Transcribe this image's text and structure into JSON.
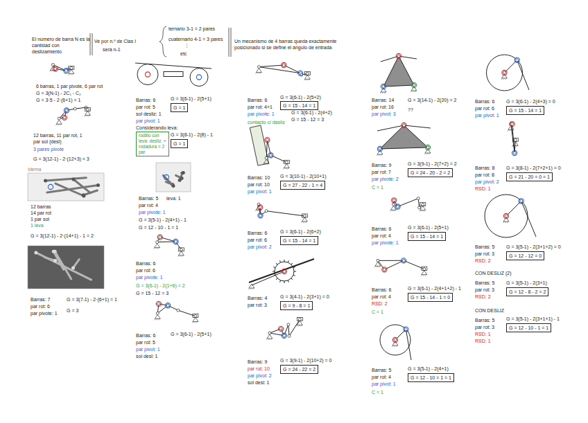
{
  "diagram": {
    "nodes": [
      {
        "text": [
          "G = 1"
        ]
      },
      {
        "text": [
          "G = 1"
        ]
      },
      {
        "text": [
          "rodillo con leva: desliz. + rodadura = 2 par"
        ]
      },
      {
        "text": [
          "G = 15 - 14 = 1"
        ]
      },
      {
        "text": [
          "G = 27 - 22 - 1 = 4"
        ]
      },
      {
        "text": [
          "G = 15 - 14 = 1"
        ]
      },
      {
        "text": [
          "G = 9 - 8 = 1"
        ]
      },
      {
        "text": [
          "G = 24 - 22 = 2"
        ]
      },
      {
        "text": [
          "G = 24 - 20 - 2 = 2"
        ]
      },
      {
        "text": [
          "G = 15 - 14 = 1"
        ]
      },
      {
        "text": [
          "G = 15 - 14 - 1 = 0"
        ]
      },
      {
        "text": [
          "G = 12 - 10 = 1 = 1"
        ]
      },
      {
        "text": [
          "G = 15 - 14 = 1"
        ]
      },
      {
        "text": [
          "G = 21 - 20 = 0 = 1"
        ]
      },
      {
        "text": [
          "G = 12 - 12 = 0"
        ]
      },
      {
        "text": [
          "G = 12 - 8 - 2 = 2"
        ]
      },
      {
        "text": [
          "G = 12 - 10 - 1 = 1"
        ]
      }
    ],
    "labels": [
      "El número de barra N es la cantidad con deslizamiento",
      "Ve por n.º de Clas I",
      "será n-1",
      "ternario 3-1 = 2 pares",
      "cuaternario 4-1 = 3 pares",
      "⋮",
      "etc",
      "Un mecanismo de 4 barras queda exactamente posicionado si se define el ángulo de entrada",
      "6 barras, 1 par pivote, 6 par rot",
      "G = 3(N-1) - 2C₁ - C₂",
      "G = 3·5 - 2·(6+1) = 1",
      "12 barras, 11 par rot, 1 par sol (desl)",
      "3 pares pivote",
      "G = 3(12-1) - 2·(12+3) = 3",
      "Idema",
      "12 barras",
      "14 par rot",
      "1 par sol",
      "1 leva",
      "G = 3(12-1) - 2·(14+1) - 1 = 2",
      "Barras: 7",
      "par rot: 6",
      "par pivote: 1",
      "G = 3(7-1) - 2·(6+1) = 1",
      "G = 3",
      "Barras: 6",
      "par rot: 5",
      "sol desliz: 1",
      "par pivot: 1",
      "G = 3(6-1) - 2(5+1)",
      "Considerando leva:",
      "G = 3(8-1) - 2(8) - 1",
      "Barras: 5",
      "leva: 1",
      "par rot: 4",
      "par pivote: 1",
      "G = 3(5-1) - 2(4+1) - 1",
      "G = 12 - 10 - 1 = 1",
      "Barras: 6",
      "par rot: 6",
      "par pivote: 1",
      "G = 3(6-1) - 2(1+6) = 2",
      "G = 15 - 12 = 3",
      "Barras: 6",
      "par rot: 5",
      "par pivot: 1",
      "sol desl: 1",
      "G = 3(6-1) - 2(5+1)",
      "Barras: 6",
      "par rot: 4+1",
      "par pivote: 1",
      "contacto c/ desliz",
      "G = 3(6-1) - 2(5+2)",
      "G = 3(6-1) - 2(4+2)",
      "G = 15 - 12 = 3",
      "Barras: 10",
      "par rot: 10",
      "par pivot: 1",
      "G = 3(10-1) - 2(10+1)",
      "Barras: 6",
      "par rot: 6",
      "par pivot: 2",
      "G = 3(6-1) - 2(6+2)",
      "Barras: 4",
      "par rot: 3",
      "G = 3(4-1) - 2(3+1) = 0",
      "Barras: 9",
      "par rot: 10",
      "par pivot: 2",
      "sol desl: 1",
      "G = 3(9-1) - 2(10+2) = 0",
      "Barras: 14",
      "par rot: 16",
      "par pivot: 3",
      "G = 3(14-1) - 2(20) = 2",
      "??",
      "Barras: 9",
      "par rot: 7",
      "par pivote: 2",
      "G = 3(9-1) - 2(7+2) = 2",
      "C = 1",
      "Barras: 6",
      "par rot: 4",
      "par pivote: 1",
      "G = 3(6-1) - 2(5+1)",
      "Barras: 6",
      "par rot: 4",
      "RSD: 2",
      "G = 3(6-1) - 2(4+1+2) - 1",
      "C = 1",
      "Barras: 5",
      "par rot: 4",
      "par pivot: 1",
      "G = 3(5-1) - 2(4+1)",
      "C = 1",
      "Barras: 6",
      "par rot: 6",
      "par pivot: 1",
      "G = 3(6-1) - 2(4+3) = 0",
      "Barras: 8",
      "par rot: 8",
      "par pivot: 2",
      "RSD: 1",
      "G = 3(8-1) - 2(7+2+1) = 0",
      "Barras: 5",
      "par rot: 3",
      "RSD: 2",
      "G = 3(5-1) - 2(3+1+2) = 0",
      "CON DESLIZ (2)",
      "Barras: 5",
      "par rot: 3",
      "RSD: 2",
      "G = 3(5-1) - 2(3+1)",
      "CON DESLIZ",
      "Barras: 5",
      "par rot: 3",
      "RSD: 1",
      "RSD: 1",
      "G = 3(5-1) - 2(3+1+1) - 1"
    ]
  }
}
